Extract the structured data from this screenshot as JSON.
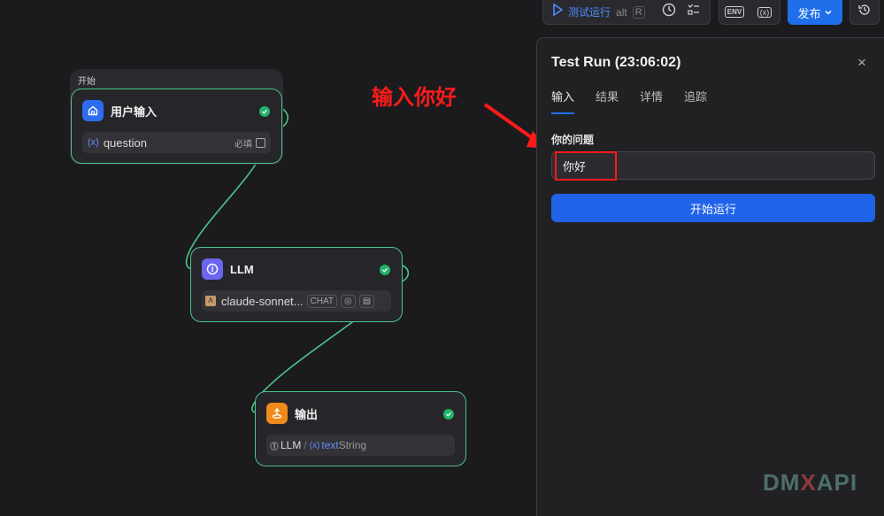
{
  "toolbar": {
    "test_run_label": "测试运行",
    "shortcut_label": "alt",
    "shortcut_key": "R",
    "env_label": "ENV",
    "variable_label": "(x)",
    "publish_label": "发布"
  },
  "canvas": {
    "start_group_label": "开始",
    "nodes": {
      "user_input": {
        "title": "用户输入",
        "param": "question",
        "required": "必填"
      },
      "llm": {
        "title": "LLM",
        "model": "claude-sonnet...",
        "mode_tag": "CHAT"
      },
      "output": {
        "title": "输出",
        "source_node": "LLM",
        "separator": "/",
        "var_name": "text",
        "var_type": "String"
      }
    }
  },
  "annotation": {
    "text": "输入你好",
    "color": "#ff1a1a"
  },
  "panel": {
    "title": "Test Run (23:06:02)",
    "tabs": [
      "输入",
      "结果",
      "详情",
      "追踪"
    ],
    "field_label": "你的问题",
    "field_value": "你好",
    "run_button_label": "开始运行"
  },
  "watermark": {
    "part1": "DM",
    "part2": "X",
    "part3": "API"
  },
  "colors": {
    "accent": "#1f6feb",
    "node_border": "#4cc38a",
    "success": "#21b36b",
    "user_input_icon": "#2d6cf0",
    "llm_icon": "#6b66f0",
    "output_icon": "#f08a1c"
  }
}
